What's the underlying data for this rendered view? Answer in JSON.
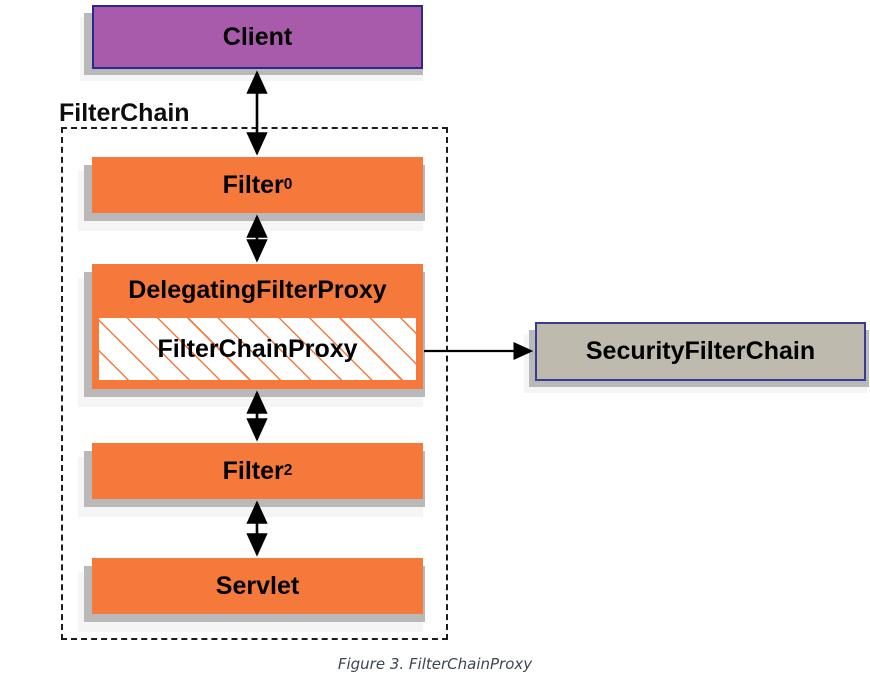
{
  "figure": {
    "caption": "Figure 3. FilterChainProxy",
    "container_label": "FilterChain"
  },
  "nodes": {
    "client": {
      "label": "Client",
      "fill": "#a85baa",
      "border": "#2a2a8c"
    },
    "filter0": {
      "label": "Filter",
      "subscript": "0",
      "fill": "#f5793b"
    },
    "delegating_filter_proxy": {
      "label": "DelegatingFilterProxy",
      "fill": "#f5793b"
    },
    "filter_chain_proxy": {
      "label": "FilterChainProxy",
      "fill": "#ffffff",
      "hatch": "#f5793b"
    },
    "filter2": {
      "label": "Filter",
      "subscript": "2",
      "fill": "#f5793b"
    },
    "servlet": {
      "label": "Servlet",
      "fill": "#f5793b"
    },
    "security_filter_chain": {
      "label": "SecurityFilterChain",
      "fill": "#bfbaae",
      "border": "#3b3b96"
    }
  },
  "edges": [
    {
      "name": "client-to-filter0",
      "from": "client",
      "to": "filter0",
      "style": "double-arrow",
      "direction": "vertical"
    },
    {
      "name": "filter0-to-delegating-filter-proxy",
      "from": "filter0",
      "to": "delegating_filter_proxy",
      "style": "double-arrow",
      "direction": "vertical"
    },
    {
      "name": "delegating-filter-proxy-to-filter2",
      "from": "delegating_filter_proxy",
      "to": "filter2",
      "style": "double-arrow",
      "direction": "vertical"
    },
    {
      "name": "filter2-to-servlet",
      "from": "filter2",
      "to": "servlet",
      "style": "double-arrow",
      "direction": "vertical"
    },
    {
      "name": "filter-chain-proxy-to-security-filter-chain",
      "from": "filter_chain_proxy",
      "to": "security_filter_chain",
      "style": "single-arrow",
      "direction": "horizontal"
    }
  ],
  "colors": {
    "orange": "#f5793b",
    "purple": "#a85baa",
    "khaki": "#bfbaae",
    "navy": "#2a2a8c",
    "shadow_dark": "#b9b9b9",
    "shadow_light": "#f5f5f5",
    "caption_text": "#3c4652",
    "text": "#000000"
  }
}
